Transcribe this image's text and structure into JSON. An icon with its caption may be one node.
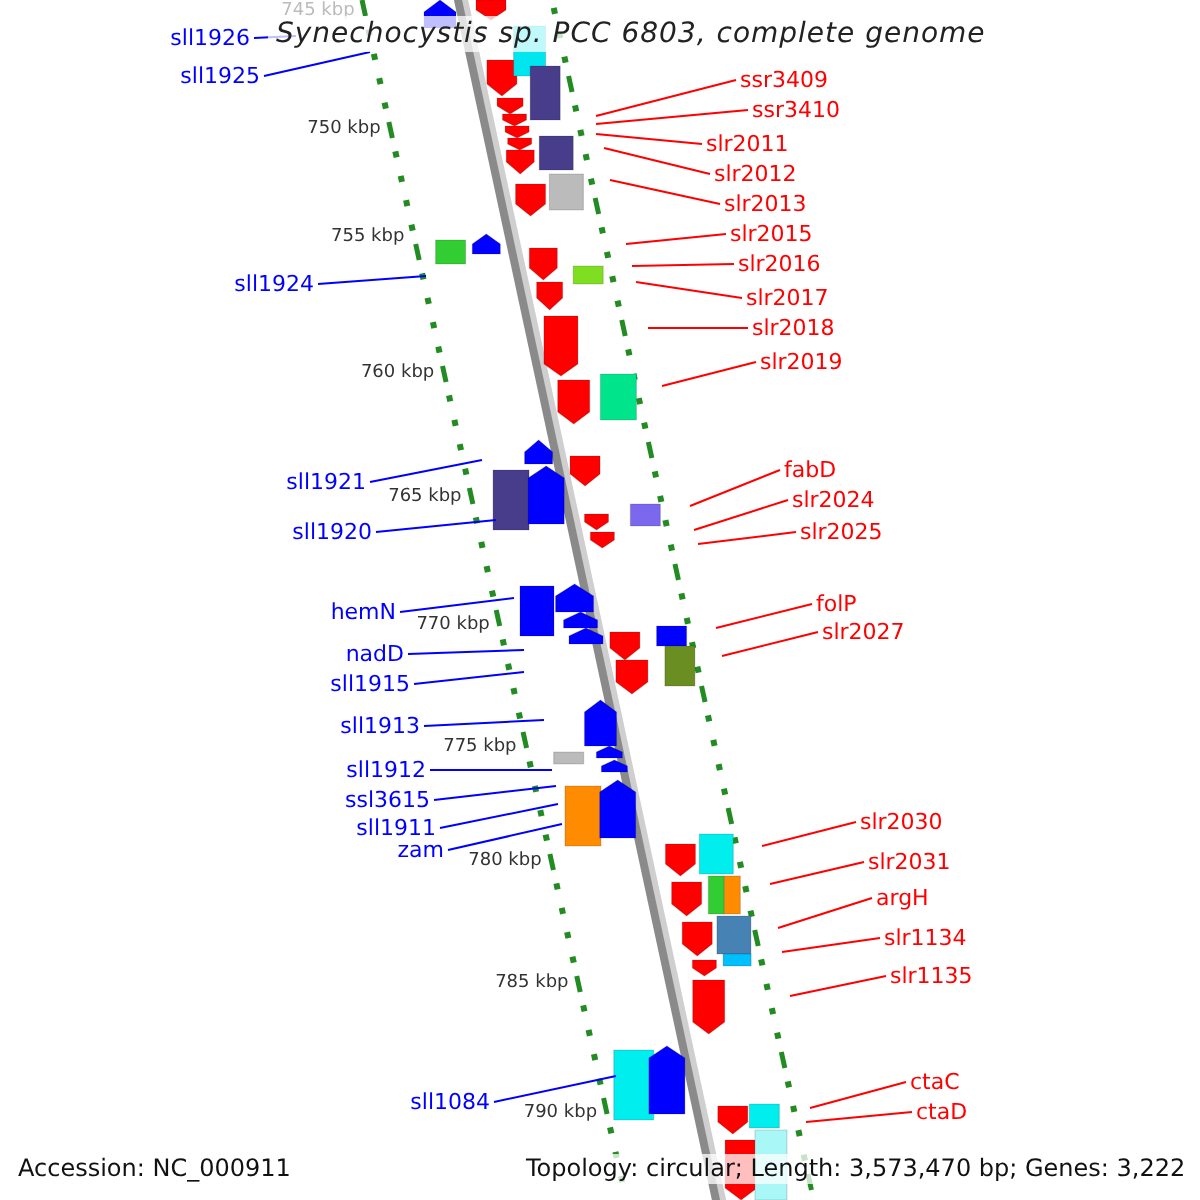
{
  "diagram": {
    "title": "Synechocystis sp. PCC 6803, complete genome",
    "nodes": [
      {
        "text": [
          "sll1926"
        ]
      },
      {
        "text": [
          "sll1925"
        ]
      },
      {
        "text": [
          "ssr3409"
        ]
      },
      {
        "text": [
          "ssr3410"
        ]
      },
      {
        "text": [
          "slr2011"
        ]
      },
      {
        "text": [
          "slr2012"
        ]
      },
      {
        "text": [
          "slr2013"
        ]
      },
      {
        "text": [
          "slr2015"
        ]
      },
      {
        "text": [
          "slr2016"
        ]
      },
      {
        "text": [
          "sll1924"
        ]
      },
      {
        "text": [
          "slr2017"
        ]
      },
      {
        "text": [
          "slr2018"
        ]
      },
      {
        "text": [
          "slr2019"
        ]
      },
      {
        "text": [
          "fabD"
        ]
      },
      {
        "text": [
          "sll1921"
        ]
      },
      {
        "text": [
          "slr2024"
        ]
      },
      {
        "text": [
          "sll1920"
        ]
      },
      {
        "text": [
          "slr2025"
        ]
      },
      {
        "text": [
          "folP"
        ]
      },
      {
        "text": [
          "hemN"
        ]
      },
      {
        "text": [
          "slr2027"
        ]
      },
      {
        "text": [
          "nadD"
        ]
      },
      {
        "text": [
          "sll1915"
        ]
      },
      {
        "text": [
          "sll1913"
        ]
      },
      {
        "text": [
          "sll1912"
        ]
      },
      {
        "text": [
          "ssl3615"
        ]
      },
      {
        "text": [
          "slr2030"
        ]
      },
      {
        "text": [
          "sll1911"
        ]
      },
      {
        "text": [
          "zam"
        ]
      },
      {
        "text": [
          "slr2031"
        ]
      },
      {
        "text": [
          "argH"
        ]
      },
      {
        "text": [
          "slr1134"
        ]
      },
      {
        "text": [
          "slr1135"
        ]
      },
      {
        "text": [
          "ctaC"
        ]
      },
      {
        "text": [
          "sll1084"
        ]
      },
      {
        "text": [
          "ctaD"
        ]
      }
    ],
    "edges": [
      {
        "from": 0,
        "to": null,
        "arrow": "none",
        "color": "#0000ff"
      },
      {
        "from": 1,
        "to": null,
        "arrow": "none",
        "color": "#0000ff"
      },
      {
        "from": 2,
        "to": null,
        "arrow": "none"
      },
      {
        "from": 3,
        "to": null,
        "arrow": "none"
      },
      {
        "from": 4,
        "to": null,
        "arrow": "none"
      },
      {
        "from": 5,
        "to": null,
        "arrow": "none"
      },
      {
        "from": 6,
        "to": null,
        "arrow": "none"
      },
      {
        "from": 7,
        "to": null,
        "arrow": "none"
      },
      {
        "from": 8,
        "to": null,
        "arrow": "none"
      },
      {
        "from": 9,
        "to": null,
        "arrow": "none",
        "color": "#0000ff"
      },
      {
        "from": 10,
        "to": null,
        "arrow": "none"
      },
      {
        "from": 11,
        "to": null,
        "arrow": "none"
      },
      {
        "from": 12,
        "to": null,
        "arrow": "none"
      },
      {
        "from": 13,
        "to": null,
        "arrow": "none"
      },
      {
        "from": 14,
        "to": null,
        "arrow": "none",
        "color": "#0000ff"
      },
      {
        "from": 15,
        "to": null,
        "arrow": "none"
      },
      {
        "from": 16,
        "to": null,
        "arrow": "none",
        "color": "#0000ff"
      },
      {
        "from": 17,
        "to": null,
        "arrow": "none"
      },
      {
        "from": 18,
        "to": null,
        "arrow": "none"
      },
      {
        "from": 19,
        "to": null,
        "arrow": "none",
        "color": "#0000ff"
      },
      {
        "from": 20,
        "to": null,
        "arrow": "none"
      },
      {
        "from": 21,
        "to": null,
        "arrow": "none",
        "color": "#0000ff"
      },
      {
        "from": 22,
        "to": null,
        "arrow": "none",
        "color": "#0000ff"
      },
      {
        "from": 23,
        "to": null,
        "arrow": "none",
        "color": "#0000ff"
      },
      {
        "from": 24,
        "to": null,
        "arrow": "none",
        "color": "#0000ff"
      },
      {
        "from": 25,
        "to": null,
        "arrow": "none",
        "color": "#0000ff"
      },
      {
        "from": 26,
        "to": null,
        "arrow": "none"
      },
      {
        "from": 27,
        "to": null,
        "arrow": "none",
        "color": "#0000ff"
      },
      {
        "from": 28,
        "to": null,
        "arrow": "none",
        "color": "#0000ff"
      },
      {
        "from": 29,
        "to": null,
        "arrow": "none"
      },
      {
        "from": 30,
        "to": null,
        "arrow": "none"
      },
      {
        "from": 31,
        "to": null,
        "arrow": "none"
      },
      {
        "from": 32,
        "to": null,
        "arrow": "none"
      },
      {
        "from": 33,
        "to": null,
        "arrow": "none"
      },
      {
        "from": 34,
        "to": null,
        "arrow": "none",
        "color": "#0000ff"
      },
      {
        "from": 35,
        "to": null,
        "arrow": "none"
      }
    ],
    "labels": [
      "745 kbp",
      "750 kbp",
      "755 kbp",
      "760 kbp",
      "765 kbp",
      "770 kbp",
      "775 kbp",
      "780 kbp",
      "785 kbp",
      "790 kbp",
      "Accession: NC_000911",
      "Topology: circular; Length: 3,573,470 bp; Genes: 3,222"
    ]
  }
}
